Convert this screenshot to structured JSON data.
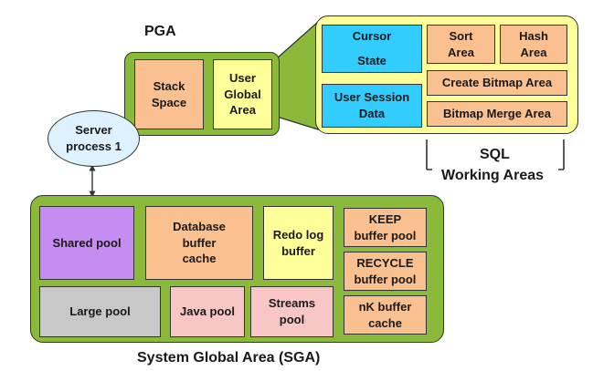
{
  "colors": {
    "container_green": "#8BB93A",
    "yellow": "#FFFF99",
    "peach": "#FAC090",
    "cyan": "#33CCFF",
    "purple": "#C58CF2",
    "gray": "#C8C8C8",
    "pink": "#F9C6C6",
    "ellipse_blue": "#DDF1FF",
    "stroke": "#333333"
  },
  "pga": {
    "title": "PGA",
    "stack_space": "Stack\nSpace",
    "user_global_area": "User\nGlobal\nArea"
  },
  "server_process": "Server\nprocess 1",
  "detail": {
    "cursor_state": "Cursor\n\nState",
    "sort_area": "Sort\nArea",
    "hash_area": "Hash\nArea",
    "user_session_data": "User Session\nData",
    "create_bitmap_area": "Create Bitmap Area",
    "bitmap_merge_area": "Bitmap Merge Area",
    "sql_label": "SQL",
    "working_areas_label": "Working Areas"
  },
  "sga": {
    "title": "System Global Area (SGA)",
    "shared_pool": "Shared pool",
    "database_buffer_cache": "Database\nbuffer\ncache",
    "redo_log_buffer": "Redo log\nbuffer",
    "keep_buffer_pool": "KEEP\nbuffer pool",
    "recycle_buffer_pool": "RECYCLE\nbuffer pool",
    "large_pool": "Large pool",
    "java_pool": "Java pool",
    "streams_pool": "Streams\npool",
    "nk_buffer_cache": "nK buffer\ncache"
  }
}
